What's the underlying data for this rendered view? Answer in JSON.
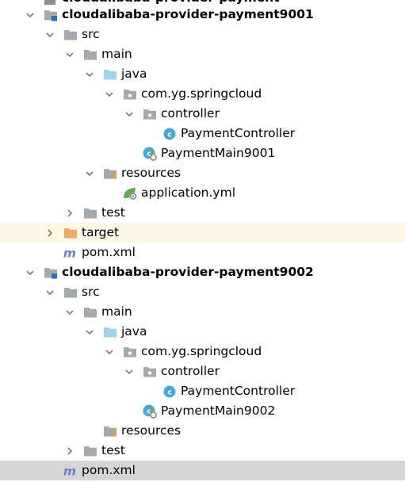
{
  "cut_off_row": {
    "label": "cloudalibaba-provider-payment"
  },
  "icon_colors": {
    "folder_grey": "#a4a9ae",
    "folder_blue": "#9fd3ee",
    "folder_orange": "#f0a860",
    "class_blue": "#4aa7d9",
    "maven": "#6b82c9",
    "spring_green": "#6aa84f"
  },
  "tree": [
    {
      "label": "cloudalibaba-provider-payment9001",
      "icon": "module-folder-icon",
      "toggle": "expanded",
      "bold": true,
      "depth": 0
    },
    {
      "label": "src",
      "icon": "folder-icon",
      "toggle": "expanded",
      "depth": 1
    },
    {
      "label": "main",
      "icon": "folder-icon",
      "toggle": "expanded",
      "depth": 2
    },
    {
      "label": "java",
      "icon": "source-folder-icon",
      "toggle": "expanded",
      "depth": 3
    },
    {
      "label": "com.yg.springcloud",
      "icon": "package-icon",
      "toggle": "expanded",
      "depth": 4
    },
    {
      "label": "controller",
      "icon": "package-icon",
      "toggle": "expanded",
      "depth": 5
    },
    {
      "label": "PaymentController",
      "icon": "class-icon",
      "toggle": "none",
      "depth": 6
    },
    {
      "label": "PaymentMain9001",
      "icon": "spring-boot-class-icon",
      "toggle": "none",
      "depth": 5
    },
    {
      "label": "resources",
      "icon": "resources-folder-icon",
      "toggle": "expanded",
      "depth": 3
    },
    {
      "label": "application.yml",
      "icon": "spring-config-icon",
      "toggle": "none",
      "depth": 4
    },
    {
      "label": "test",
      "icon": "folder-icon",
      "toggle": "collapsed",
      "depth": 2
    },
    {
      "label": "target",
      "icon": "excluded-folder-icon",
      "toggle": "collapsed",
      "depth": 1,
      "highlight": "yellow"
    },
    {
      "label": "pom.xml",
      "icon": "maven-icon",
      "toggle": "none",
      "depth": 1
    },
    {
      "label": "cloudalibaba-provider-payment9002",
      "icon": "module-folder-icon",
      "toggle": "expanded",
      "bold": true,
      "depth": 0
    },
    {
      "label": "src",
      "icon": "folder-icon",
      "toggle": "expanded",
      "depth": 1
    },
    {
      "label": "main",
      "icon": "folder-icon",
      "toggle": "expanded",
      "depth": 2
    },
    {
      "label": "java",
      "icon": "source-folder-icon",
      "toggle": "expanded",
      "depth": 3
    },
    {
      "label": "com.yg.springcloud",
      "icon": "package-icon",
      "toggle": "expanded",
      "depth": 4
    },
    {
      "label": "controller",
      "icon": "package-icon",
      "toggle": "expanded",
      "depth": 5
    },
    {
      "label": "PaymentController",
      "icon": "class-icon",
      "toggle": "none",
      "depth": 6
    },
    {
      "label": "PaymentMain9002",
      "icon": "spring-boot-class-icon",
      "toggle": "none",
      "depth": 5
    },
    {
      "label": "resources",
      "icon": "resources-folder-icon",
      "toggle": "none",
      "depth": 3
    },
    {
      "label": "test",
      "icon": "folder-icon",
      "toggle": "collapsed",
      "depth": 2
    },
    {
      "label": "pom.xml",
      "icon": "maven-icon",
      "toggle": "none",
      "depth": 1,
      "highlight": "grey"
    }
  ]
}
